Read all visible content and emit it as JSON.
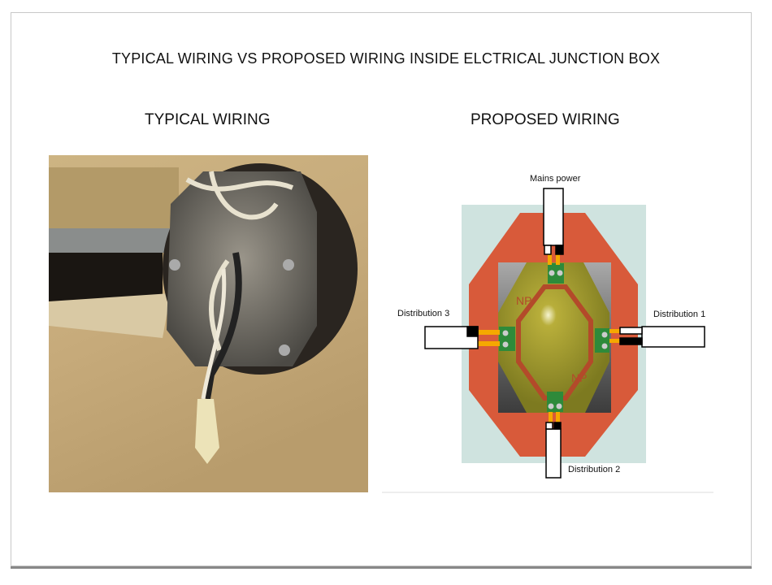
{
  "slide": {
    "title": "TYPICAL WIRING VS PROPOSED WIRING INSIDE ELCTRICAL JUNCTION BOX",
    "left_heading": "TYPICAL WIRING",
    "right_heading": "PROPOSED WIRING"
  },
  "diagram": {
    "labels": {
      "mains": "Mains power",
      "dist1": "Distribution 1",
      "dist2": "Distribution 2",
      "dist3": "Distribution 3"
    },
    "pcb_marking": "NP"
  }
}
